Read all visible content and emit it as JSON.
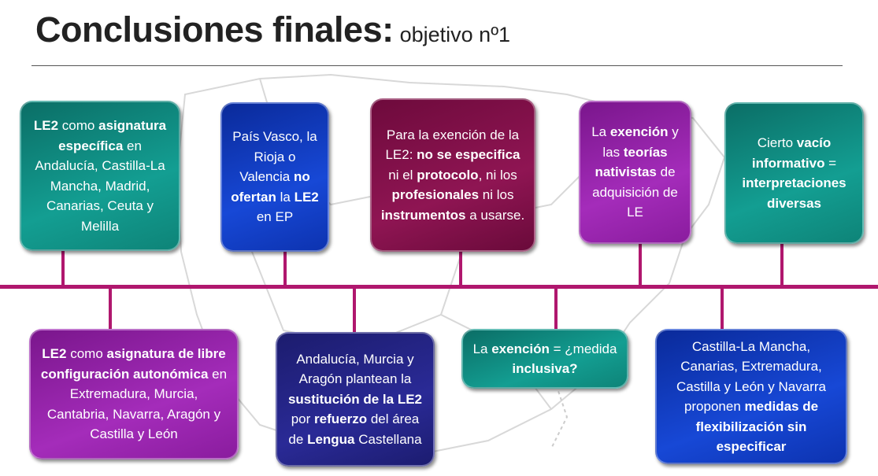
{
  "title": {
    "main": "Conclusiones finales:",
    "sub": "objetivo nº1"
  },
  "colors": {
    "timeline": "#b0176e",
    "teal": "#139e92",
    "blue": "#1748d6",
    "maroon": "#8f1553",
    "purple": "#a42cba",
    "navy": "#2a2a96"
  },
  "top_boxes": [
    [
      {
        "t": "LE2",
        "b": true
      },
      {
        "t": " como ",
        "b": false
      },
      {
        "t": "asignatura específica",
        "b": true
      },
      {
        "t": " en Andalucía, Castilla-La Mancha, Madrid, Canarias, Ceuta y Melilla",
        "b": false
      }
    ],
    [
      {
        "t": "País Vasco, la Rioja o Valencia ",
        "b": false
      },
      {
        "t": "no ofertan",
        "b": true
      },
      {
        "t": " la ",
        "b": false
      },
      {
        "t": "LE2",
        "b": true
      },
      {
        "t": " en EP",
        "b": false
      }
    ],
    [
      {
        "t": "Para la exención de la LE2: ",
        "b": false
      },
      {
        "t": "no se especifica",
        "b": true
      },
      {
        "t": " ni el ",
        "b": false
      },
      {
        "t": "protocolo",
        "b": true
      },
      {
        "t": ", ni los ",
        "b": false
      },
      {
        "t": "profesionales",
        "b": true
      },
      {
        "t": " ni los ",
        "b": false
      },
      {
        "t": "instrumentos",
        "b": true
      },
      {
        "t": " a usarse.",
        "b": false
      }
    ],
    [
      {
        "t": "La ",
        "b": false
      },
      {
        "t": "exención",
        "b": true
      },
      {
        "t": " y las ",
        "b": false
      },
      {
        "t": "teorías nativistas",
        "b": true
      },
      {
        "t": " de adquisición de LE",
        "b": false
      }
    ],
    [
      {
        "t": "Cierto ",
        "b": false
      },
      {
        "t": "vacío informativo",
        "b": true
      },
      {
        "t": " = ",
        "b": false
      },
      {
        "t": "interpretaciones diversas",
        "b": true
      }
    ]
  ],
  "bottom_boxes": [
    [
      {
        "t": "LE2",
        "b": true
      },
      {
        "t": " como ",
        "b": false
      },
      {
        "t": "asignatura de libre configuración autonómica",
        "b": true
      },
      {
        "t": " en Extremadura, Murcia, Cantabria, Navarra, Aragón y Castilla y León",
        "b": false
      }
    ],
    [
      {
        "t": "Andalucía, Murcia y Aragón plantean la ",
        "b": false
      },
      {
        "t": "sustitución de la LE2",
        "b": true
      },
      {
        "t": " por ",
        "b": false
      },
      {
        "t": "refuerzo",
        "b": true
      },
      {
        "t": " del área de ",
        "b": false
      },
      {
        "t": "Lengua",
        "b": true
      },
      {
        "t": " Castellana",
        "b": false
      }
    ],
    [
      {
        "t": "La ",
        "b": false
      },
      {
        "t": "exención",
        "b": true
      },
      {
        "t": " = ¿medida ",
        "b": false
      },
      {
        "t": "inclusiva?",
        "b": true
      }
    ],
    [
      {
        "t": "Castilla-La Mancha, Canarias, Extremadura, Castilla y León y Navarra proponen ",
        "b": false
      },
      {
        "t": "medidas de flexibilización sin especificar",
        "b": true
      }
    ]
  ]
}
